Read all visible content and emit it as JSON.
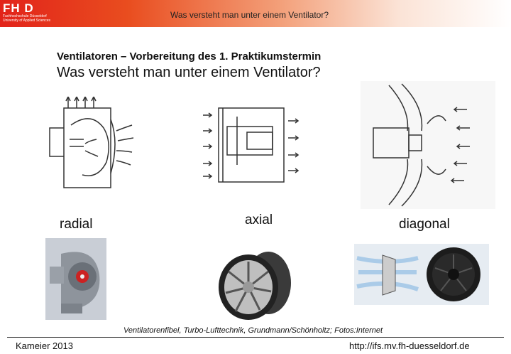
{
  "header": {
    "logo_mark": "FH D",
    "logo_line1": "Fachhochschule Düsseldorf",
    "logo_line2": "University of Applied Sciences",
    "title": "Was versteht man unter einem Ventilator?",
    "gradient_start": "#e2231a"
  },
  "slide": {
    "heading_bold": "Ventilatoren – Vorbereitung des 1. Praktikumstermin",
    "heading": "Was versteht man unter einem Ventilator?",
    "labels": {
      "radial": "radial",
      "axial": "axial",
      "diagonal": "diagonal"
    },
    "caption": "Ventilatorenfibel, Turbo-Lufttechnik,  Grundmann/Schönholtz; Fotos:Internet"
  },
  "footer": {
    "left": "Kameier 2013",
    "right": "http://ifs.mv.fh-duesseldorf.de"
  }
}
